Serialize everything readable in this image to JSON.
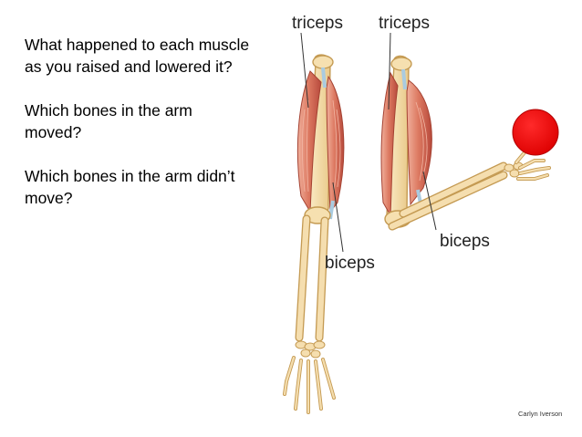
{
  "questions": [
    "What happened to each muscle as you raised and lowered it?",
    "Which bones in the arm moved?",
    "Which bones in the arm didn’t move?"
  ],
  "diagram": {
    "labels": {
      "triceps_straight": "triceps",
      "triceps_bent": "triceps",
      "biceps_straight": "biceps",
      "biceps_bent": "biceps"
    },
    "credit": "Carlyn Iverson",
    "colors": {
      "bone": "#f3d9a4",
      "bone_outline": "#c49a52",
      "muscle": "#e0826a",
      "muscle_dark": "#b84a3c",
      "tendon": "#a9cbe0",
      "ball": "#ee0000"
    }
  }
}
